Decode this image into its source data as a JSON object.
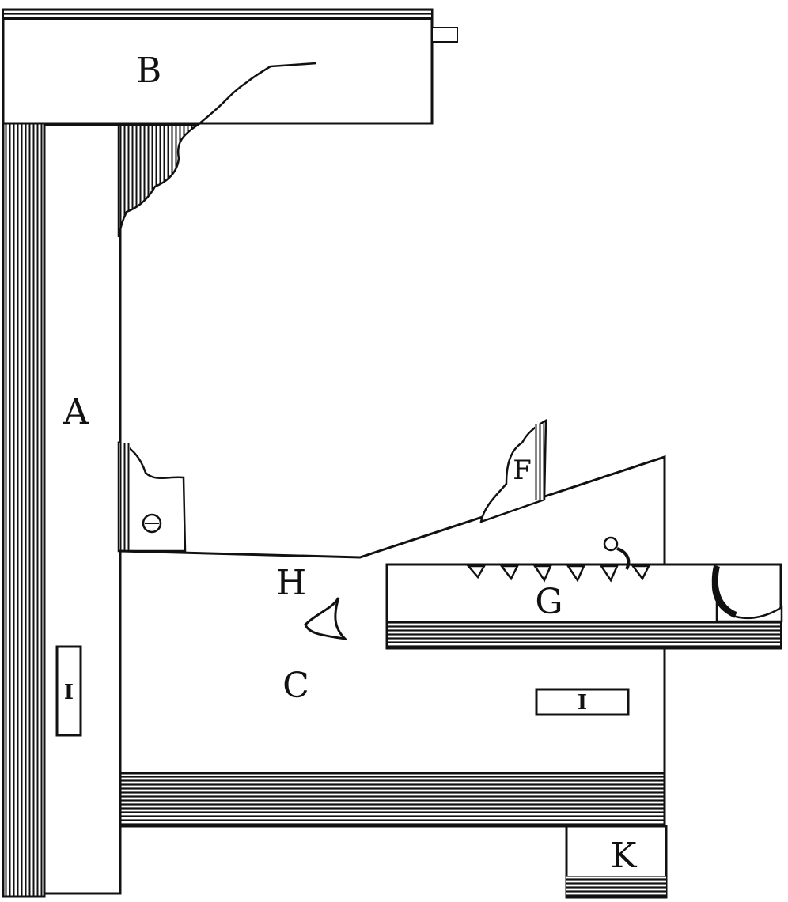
{
  "labels": {
    "A": "A",
    "B": "B",
    "C": "C",
    "F": "F",
    "G": "G",
    "H": "H",
    "K": "K",
    "I_left": "I",
    "I_right": "I"
  },
  "colors": {
    "ink": "#111111",
    "paper": "#ffffff"
  }
}
